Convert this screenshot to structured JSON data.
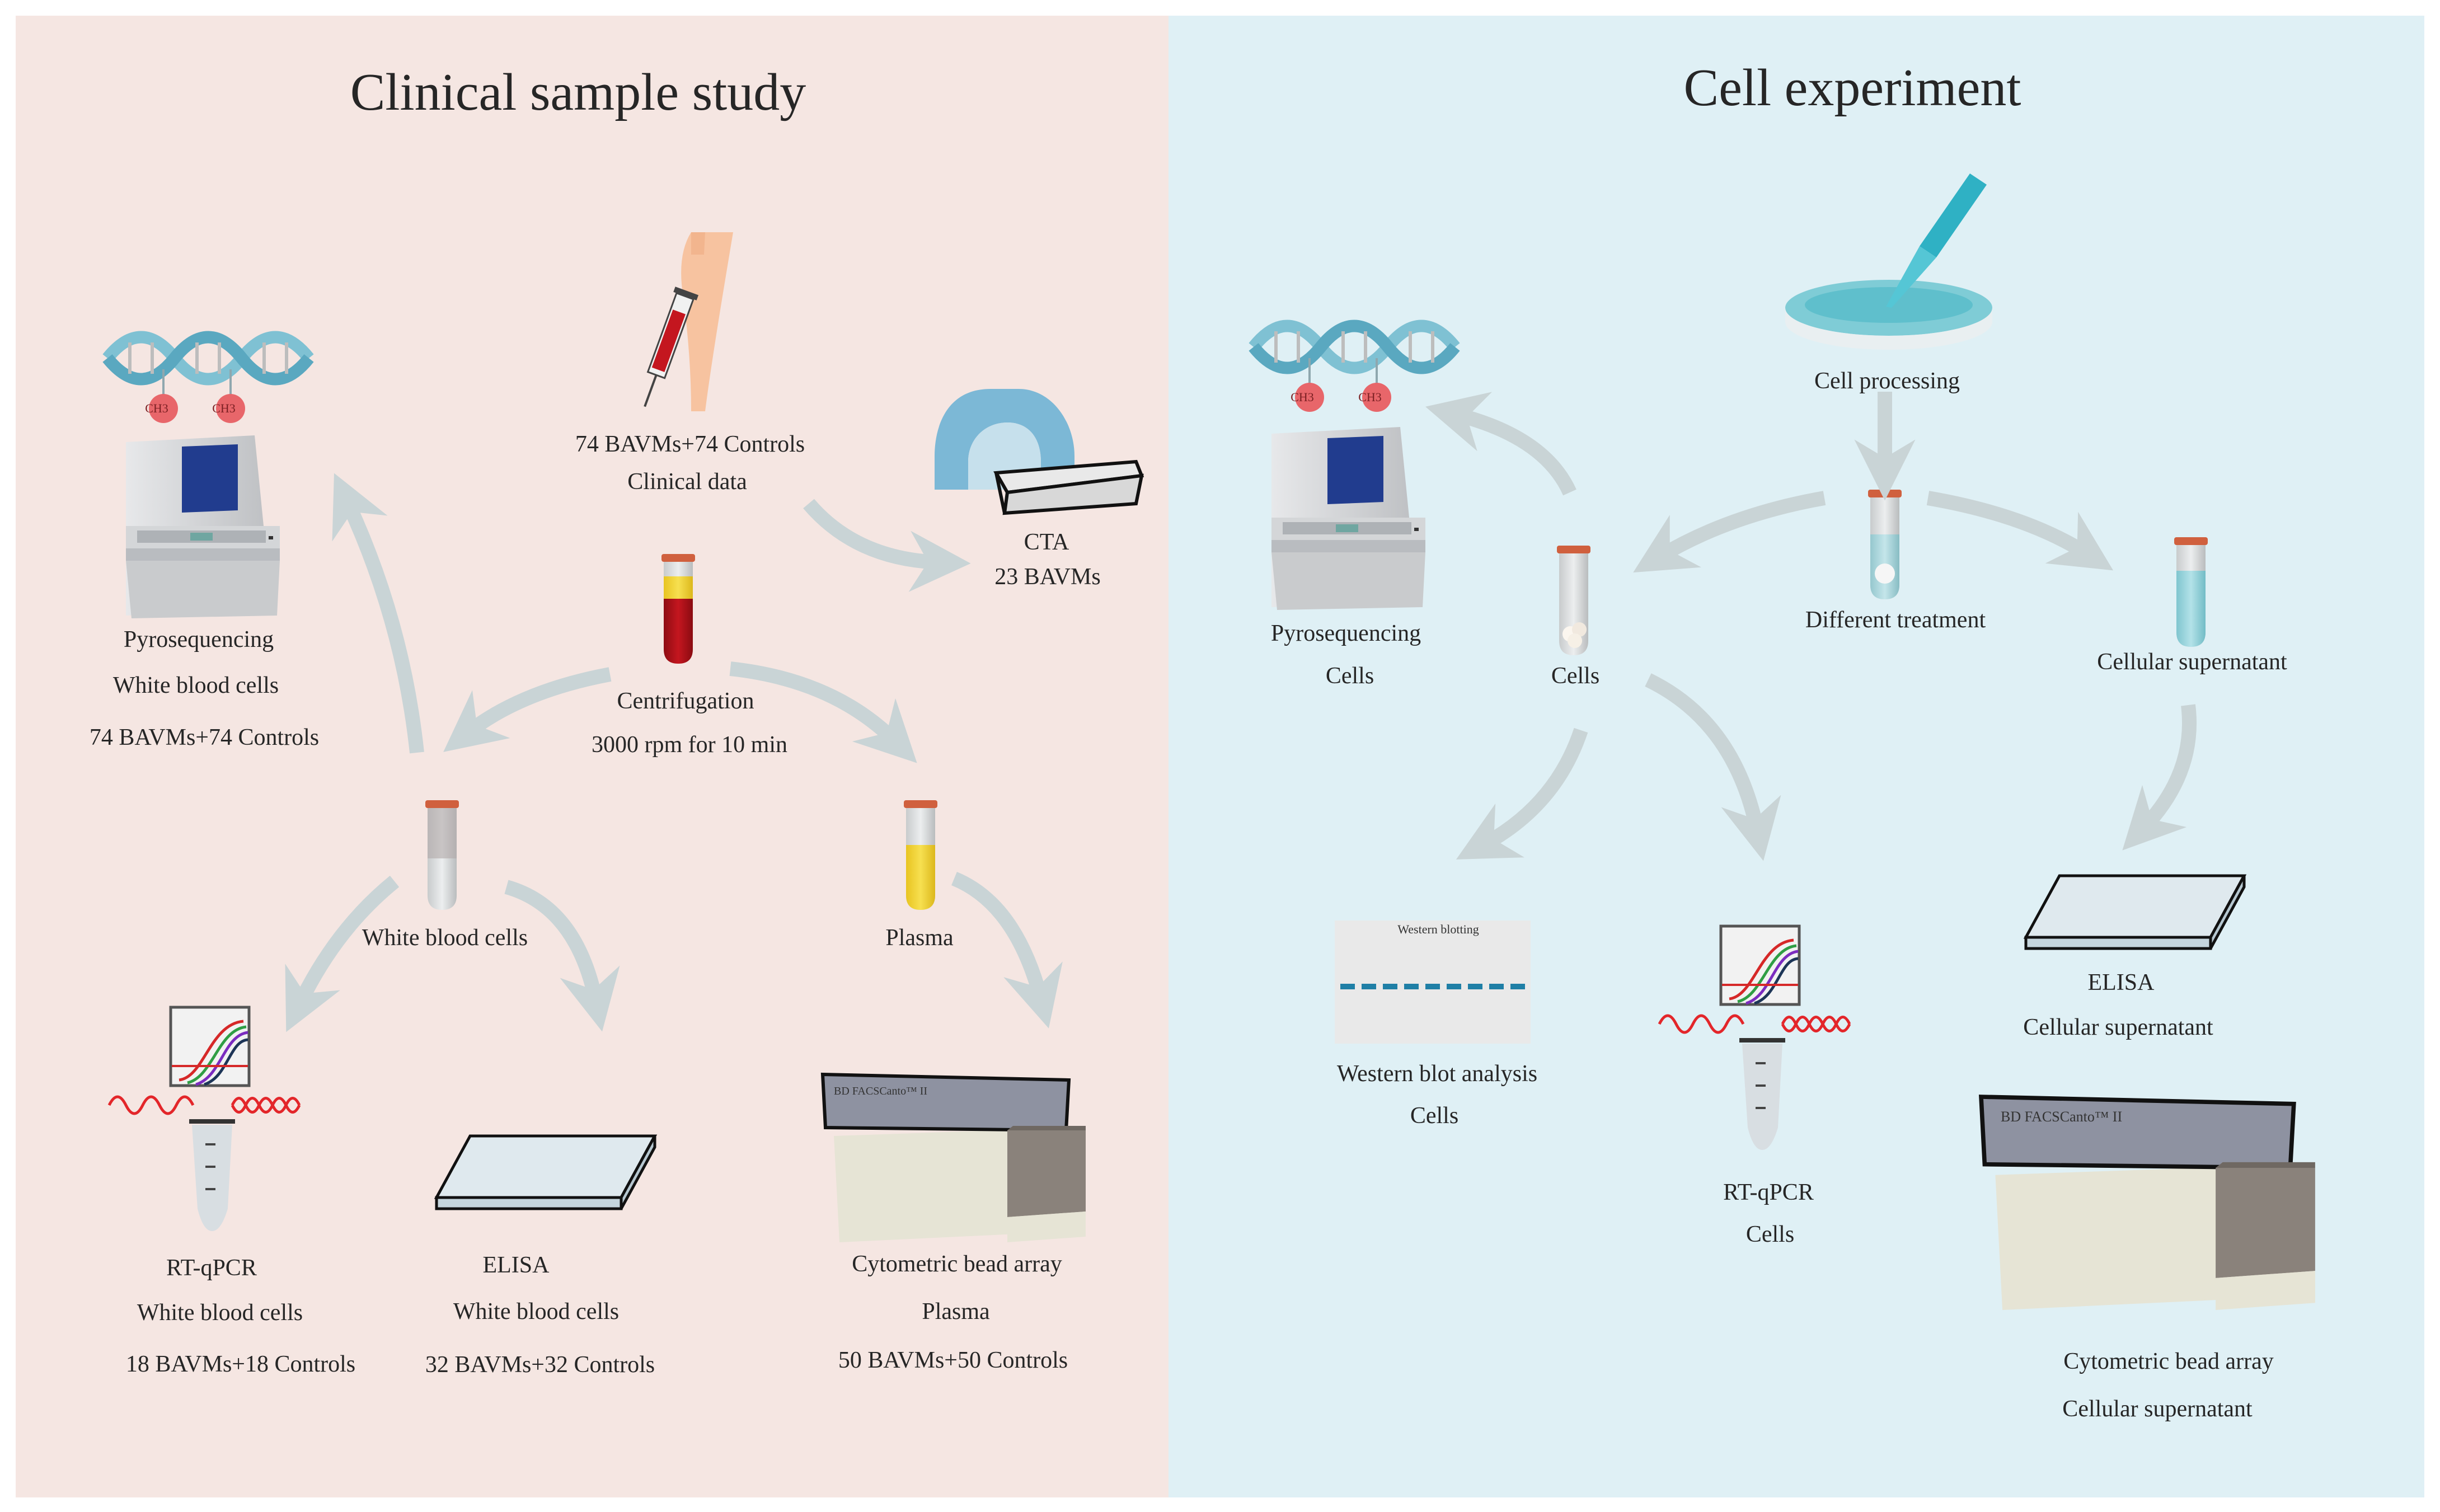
{
  "panels": {
    "left": {
      "title": "Clinical sample study",
      "patients": {
        "count": "74 BAVMs+74 Controls",
        "data": "Clinical data"
      },
      "centrifugation": {
        "label": "Centrifugation",
        "detail": "3000 rpm for 10 min"
      },
      "cta": {
        "label": "CTA",
        "count": "23 BAVMs"
      },
      "pyrosequencing": {
        "label": "Pyrosequencing",
        "sample": "White blood cells",
        "count": "74 BAVMs+74 Controls"
      },
      "wbc_tube": "White blood cells",
      "plasma_tube": "Plasma",
      "rtqpcr": {
        "label": "RT-qPCR",
        "sample": "White blood cells",
        "count": "18 BAVMs+18 Controls"
      },
      "elisa": {
        "label": "ELISA",
        "sample": "White blood cells",
        "count": "32 BAVMs+32 Controls"
      },
      "cba": {
        "label": "Cytometric bead array",
        "sample": "Plasma",
        "count": "50 BAVMs+50 Controls"
      },
      "methyl_labels": [
        "CH3",
        "CH3"
      ],
      "machine_brand": "BD FACSCanto™ II"
    },
    "right": {
      "title": "Cell experiment",
      "cell_processing": "Cell processing",
      "different_treatment": "Different treatment",
      "cells_tube": "Cells",
      "supernatant_tube": "Cellular supernatant",
      "pyrosequencing": {
        "label": "Pyrosequencing",
        "sample": "Cells"
      },
      "western": {
        "label": "Western blot analysis",
        "sample": "Cells",
        "membrane_label": "Western blotting"
      },
      "rtqpcr": {
        "label": "RT-qPCR",
        "sample": "Cells"
      },
      "elisa": {
        "label": "ELISA",
        "sample": "Cellular supernatant"
      },
      "cba": {
        "label": "Cytometric bead array",
        "sample": "Cellular supernatant"
      },
      "methyl_labels": [
        "CH3",
        "CH3"
      ],
      "machine_brand": "BD FACSCanto™ II"
    }
  },
  "colors": {
    "left_bg": "#f5e6e2",
    "right_bg": "#dff0f5",
    "arrow": "#c9d4d6",
    "dna": "#7fc1d3",
    "methyl": "#e8666a",
    "tube_cap": "#d0603e",
    "blood": "#b3121a",
    "serum": "#f0d232",
    "sequencer_screen": "#213c8e",
    "plate": "#6ea8c9",
    "rna_wave": "#e3262a"
  },
  "icons": [
    "dna-icon",
    "sequencer-icon",
    "syringe-icon",
    "ct-scanner-icon",
    "tube-icon",
    "pcr-icon",
    "plate-icon",
    "flow-cytometer-icon",
    "petri-dish-icon",
    "pipette-icon",
    "western-blot-icon"
  ]
}
